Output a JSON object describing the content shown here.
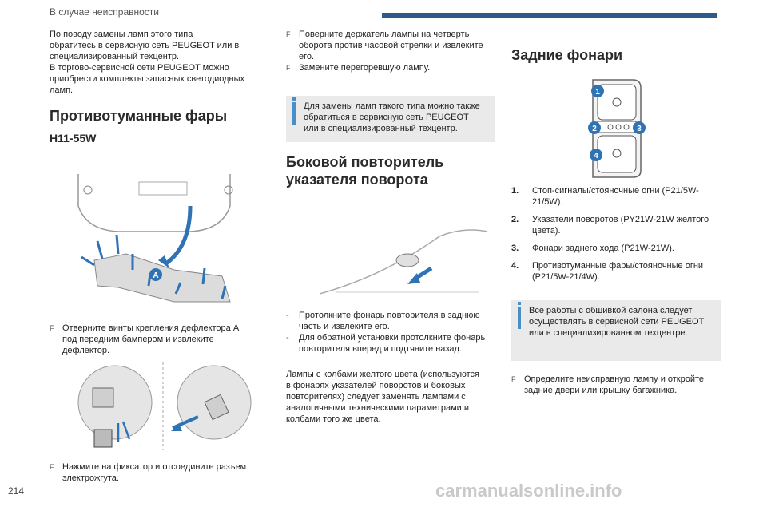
{
  "header": {
    "section": "В случае неисправности"
  },
  "page_number": "214",
  "watermark": "carmanualsonline.info",
  "col1": {
    "intro": [
      "По поводу замены ламп этого типа",
      "обратитесь в сервисную сеть PEUGEOT или в",
      "специализированный техцентр.",
      "В торгово-сервисной сети PEUGEOT можно",
      "приобрести комплекты запасных светодиодных",
      "ламп."
    ],
    "title": "Противотуманные фары",
    "subtitle": "H11-55W",
    "fig_label_a": "A",
    "step1": [
      "Отверните винты крепления дефлектора A",
      "под передним бампером и извлеките",
      "дефлектор."
    ],
    "step2": [
      "Нажмите на фиксатор и отсоедините разъем",
      "электрожгута."
    ],
    "bullet": "F"
  },
  "col2": {
    "steps": [
      [
        "Поверните держатель лампы на четверть",
        "оборота против часовой стрелки и извлеките",
        "его."
      ],
      [
        "Замените перегоревшую лампу."
      ]
    ],
    "info": [
      "Для замены ламп такого типа можно также",
      "обратиться в сервисную сеть PEUGEOT",
      "или в специализированный техцентр."
    ],
    "title": [
      "Боковой повторитель",
      "указателя поворота"
    ],
    "dash_items": [
      [
        "Протолкните фонарь повторителя в заднюю",
        "часть и извлеките его."
      ],
      [
        "Для обратной установки протолкните фонарь",
        "повторителя вперед и подтяните назад."
      ]
    ],
    "para": [
      "Лампы с колбами желтого цвета (используются",
      "в фонарях указателей поворотов и боковых",
      "повторителях) следует заменять лампами с",
      "аналогичными техническими параметрами и",
      "колбами того же цвета."
    ]
  },
  "col3": {
    "title": "Задние фонари",
    "fig_labels": [
      "1",
      "2",
      "3",
      "4"
    ],
    "items": [
      {
        "n": "1.",
        "lines": [
          "Стоп-сигналы/стояночные огни (P21/5W-",
          "21/5W)."
        ]
      },
      {
        "n": "2.",
        "lines": [
          "Указатели поворотов (PY21W-21W желтого",
          "цвета)."
        ]
      },
      {
        "n": "3.",
        "lines": [
          "Фонари заднего хода (P21W-21W)."
        ]
      },
      {
        "n": "4.",
        "lines": [
          "Противотуманные фары/стояночные огни",
          "(P21/5W-21/4W)."
        ]
      }
    ],
    "info": [
      "Все работы с обшивкой салона следует",
      "осуществлять в сервисной сети PEUGEOT",
      "или в специализированном техцентре."
    ],
    "step": [
      "Определите неисправную лампу и откройте",
      "задние двери или крышку багажника."
    ]
  },
  "colors": {
    "accent": "#2e5a8a",
    "info_bar": "#4a8ec8",
    "info_bg": "#eaeaea"
  }
}
